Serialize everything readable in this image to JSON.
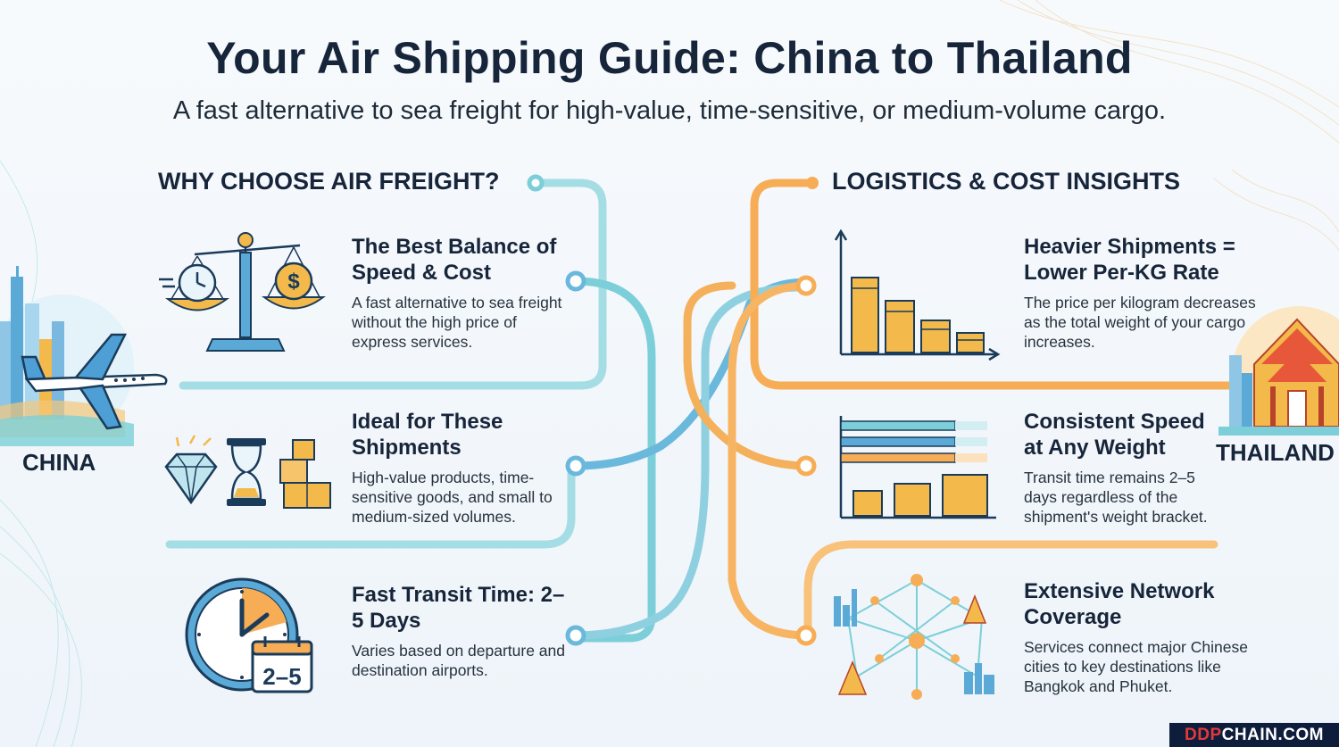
{
  "title": "Your Air Shipping Guide: China to Thailand",
  "subtitle": "A fast alternative to sea freight for high-value, time-sensitive, or medium-volume cargo.",
  "left_section": {
    "heading": "WHY CHOOSE AIR FREIGHT?",
    "items": [
      {
        "title": "The Best Balance of Speed & Cost",
        "body": "A fast alternative to sea freight without the high price of express services.",
        "icon": "balance-scale-icon"
      },
      {
        "title": "Ideal for These Shipments",
        "body": "High-value products, time-sensitive goods, and small to medium-sized volumes.",
        "icon": "shipment-types-icon"
      },
      {
        "title": "Fast Transit Time: 2–5 Days",
        "body": "Varies based on departure and destination airports.",
        "icon": "clock-calendar-icon",
        "calendar_text": "2–5"
      }
    ]
  },
  "right_section": {
    "heading": "LOGISTICS & COST INSIGHTS",
    "items": [
      {
        "title": "Heavier Shipments = Lower Per-KG Rate",
        "body": "The price per kilogram decreases as the total weight of your cargo increases.",
        "icon": "descending-bar-chart-icon"
      },
      {
        "title": "Consistent Speed at Any Weight",
        "body": "Transit time remains 2–5 days regardless of the shipment's weight bracket.",
        "icon": "equal-bars-icon"
      },
      {
        "title": "Extensive Network Coverage",
        "body": "Services connect major Chinese cities to key destinations like Bangkok and Phuket.",
        "icon": "network-icon"
      }
    ]
  },
  "origin_label": "CHINA",
  "destination_label": "THAILAND",
  "brand": {
    "part1": "DDP",
    "part2": "CHAIN.COM"
  },
  "colors": {
    "teal": "#7ccfd8",
    "blue": "#5aa9d6",
    "orange": "#f6ad55",
    "dark": "#17253a",
    "gold": "#f3b94a"
  }
}
